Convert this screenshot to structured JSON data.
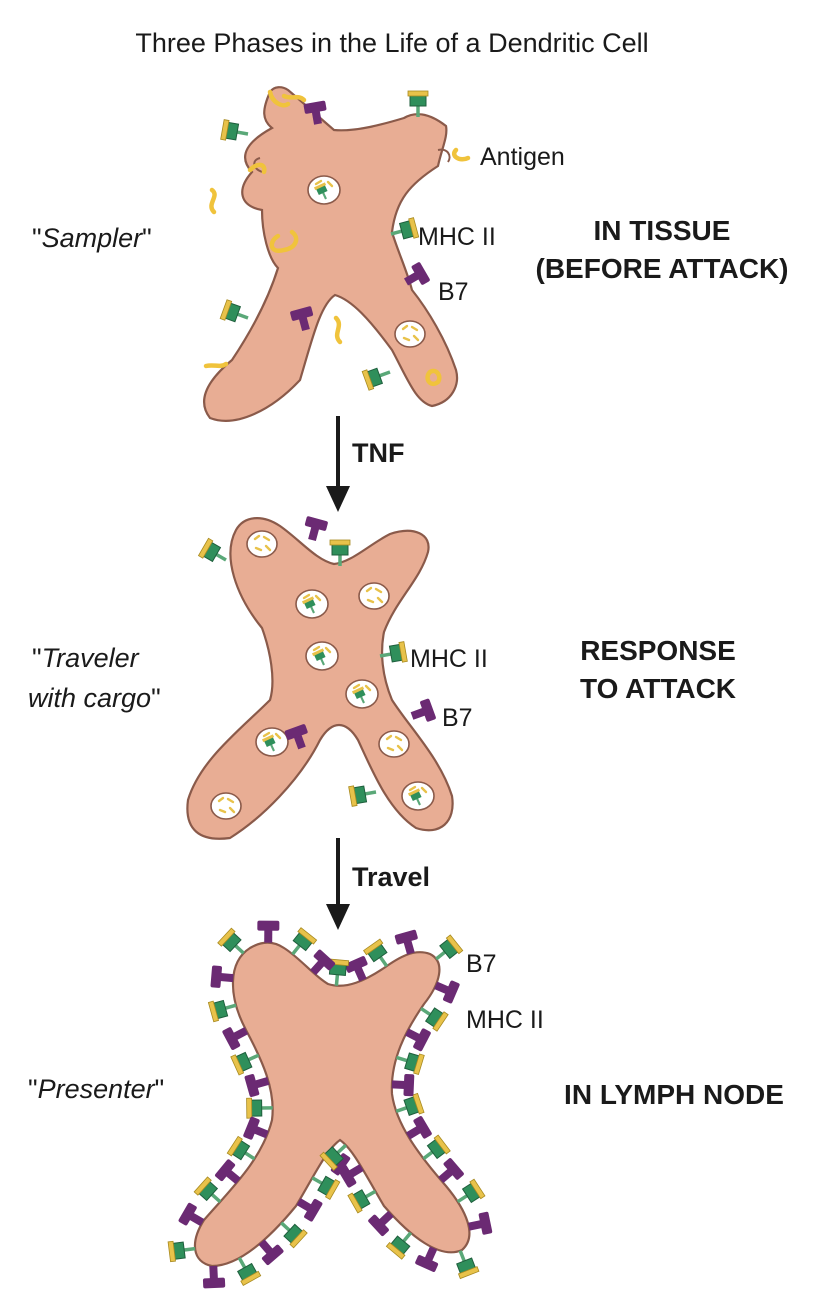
{
  "title": "Three Phases in the Life of a Dendritic Cell",
  "labels": {
    "antigen": "Antigen",
    "mhc2": "MHC II",
    "b7": "B7"
  },
  "phases": [
    {
      "nickname": "Sampler",
      "state_line1": "IN TISSUE",
      "state_line2": "(BEFORE ATTACK)"
    },
    {
      "nickname_line1": "Traveler",
      "nickname_line2": "with cargo",
      "state_line1": "RESPONSE",
      "state_line2": "TO ATTACK"
    },
    {
      "nickname": "Presenter",
      "state_line1": "IN LYMPH NODE"
    }
  ],
  "transitions": [
    "TNF",
    "Travel"
  ],
  "colors": {
    "cell_fill": "#e8ad94",
    "cell_outline": "#8a5a4a",
    "mhc2_green": "#2f8f5b",
    "mhc2_yellow": "#e8c24a",
    "b7_purple": "#6b2a73",
    "antigen_yellow": "#f0c33c"
  }
}
